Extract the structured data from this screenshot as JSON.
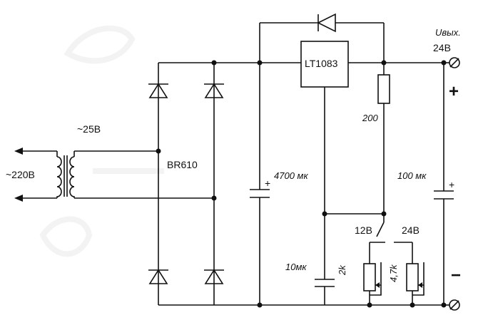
{
  "labels": {
    "output_title": "Uвых.",
    "output_voltage": "24В",
    "plus_sign": "+",
    "minus_sign": "−",
    "secondary_voltage": "~25В",
    "mains_voltage": "~220В",
    "bridge_name": "BR610",
    "regulator_name": "LT1083",
    "resistor_200": "200",
    "cap_input": "4700 мк",
    "cap_output": "100 мк",
    "cap_small": "10мк",
    "switch_12": "12В",
    "switch_24": "24В",
    "pot_2k": "2k",
    "pot_4k7": "4,7k",
    "cap_plus_input": "+",
    "cap_plus_output": "+"
  }
}
